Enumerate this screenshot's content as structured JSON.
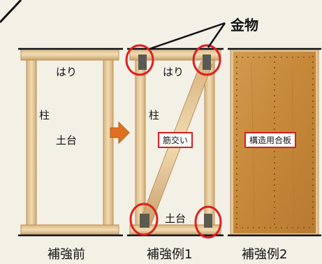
{
  "metal_label": "金物",
  "frames": [
    {
      "beam_label": "はり",
      "column_label": "柱",
      "sill_label": "土台",
      "caption": "補強前"
    },
    {
      "beam_label": "はり",
      "column_label": "柱",
      "brace_label": "筋交い",
      "sill_label": "土台",
      "caption": "補強例1"
    },
    {
      "panel_label": "構造用合板",
      "caption": "補強例2"
    }
  ],
  "colors": {
    "timber": "#e9cfa2",
    "timber_edge": "#c7a472",
    "plywood": "#c88a3e",
    "arrow": "#e07020",
    "highlight_circle": "#e01e1e",
    "label_box_border": "#d21f1f",
    "background": "#f3f0e6"
  }
}
